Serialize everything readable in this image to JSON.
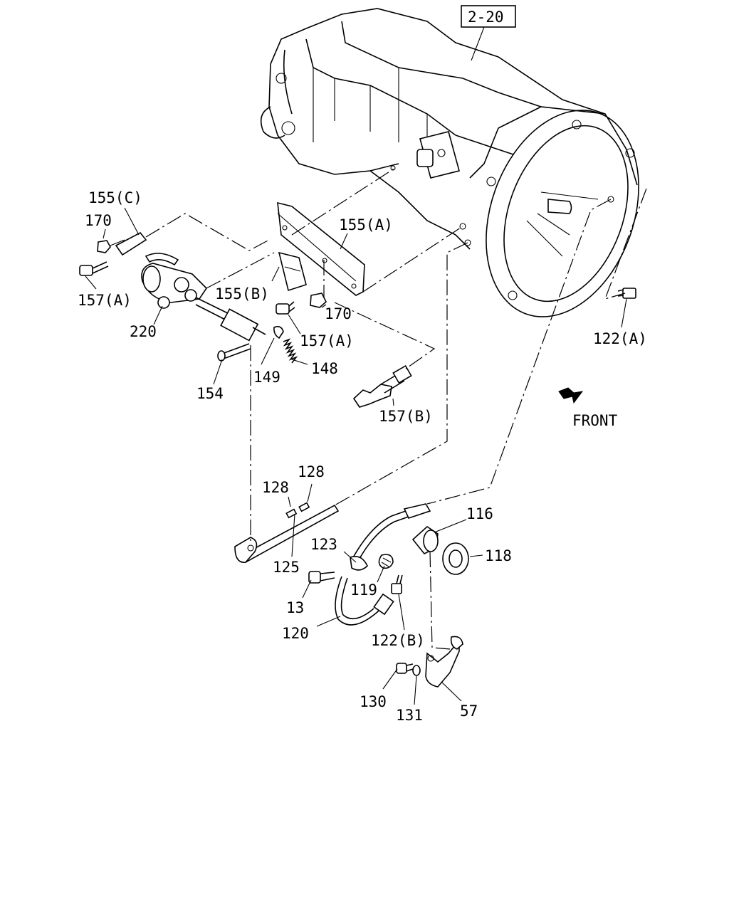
{
  "ref_box": "2-20",
  "direction_label": "FRONT",
  "icons": [
    "front-arrow-icon"
  ],
  "callouts": {
    "c155C": "155(C)",
    "c170a": "170",
    "c157Aa": "157(A)",
    "c155A": "155(A)",
    "c155B": "155(B)",
    "c170b": "170",
    "c157Ab": "157(A)",
    "c220": "220",
    "c149": "149",
    "c148": "148",
    "c154": "154",
    "c157B": "157(B)",
    "c122A": "122(A)",
    "c128a": "128",
    "c128b": "128",
    "c116": "116",
    "c118": "118",
    "c123": "123",
    "c125": "125",
    "c119": "119",
    "c13": "13",
    "c120": "120",
    "c122B": "122(B)",
    "c130": "130",
    "c131": "131",
    "c57": "57"
  }
}
